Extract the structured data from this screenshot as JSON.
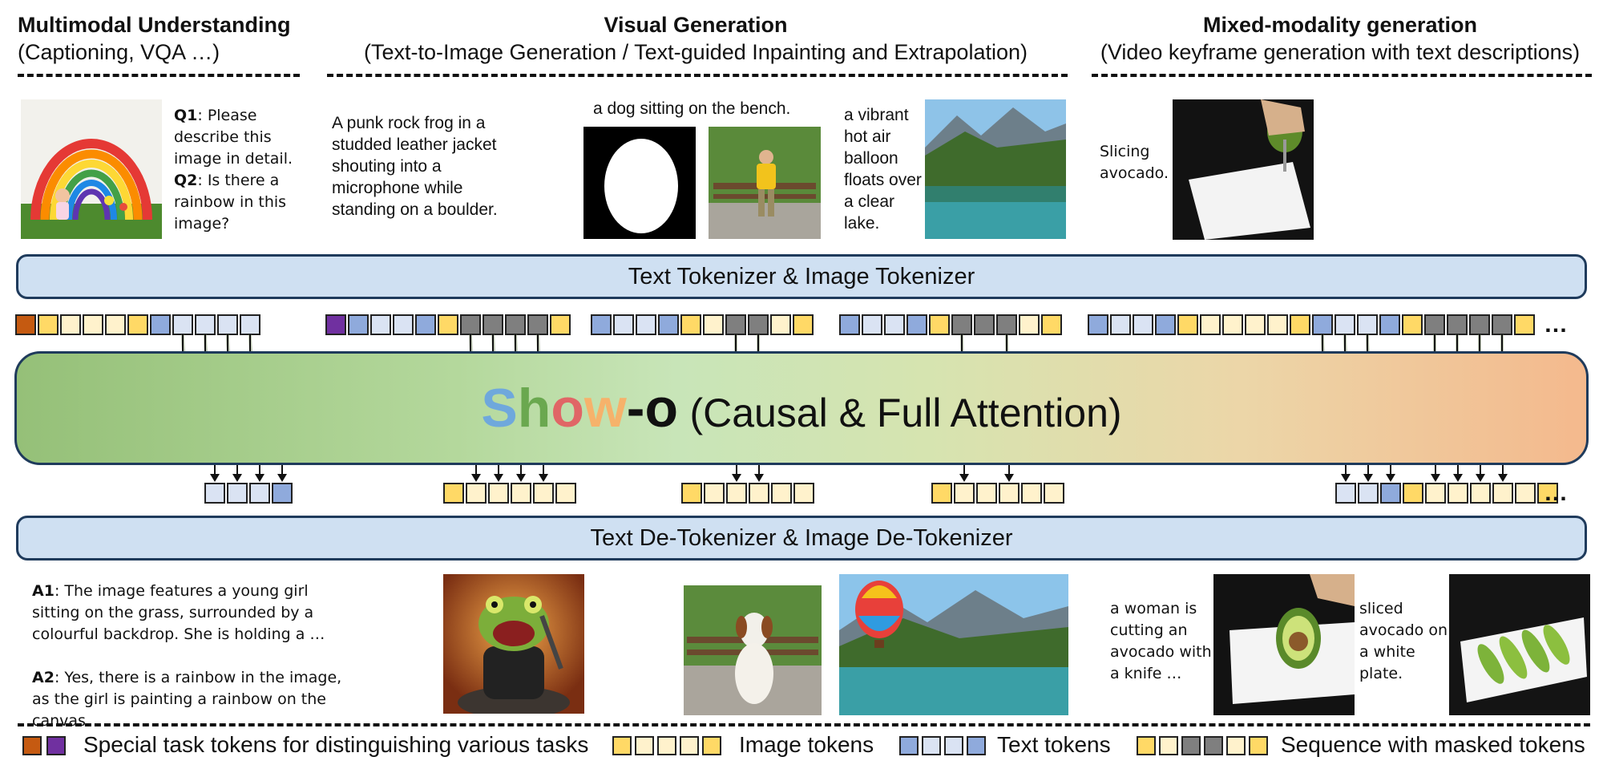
{
  "headers": {
    "understanding": {
      "title": "Multimodal Understanding",
      "subtitle": "(Captioning, VQA …)"
    },
    "generation": {
      "title": "Visual Generation",
      "subtitle": "(Text-to-Image Generation / Text-guided Inpainting and Extrapolation)"
    },
    "mixed": {
      "title": "Mixed-modality generation",
      "subtitle": "(Video keyframe generation with text descriptions)"
    }
  },
  "inputs": {
    "q1_label": "Q1",
    "q1_text": ": Please describe this image in detail.",
    "q2_label": "Q2",
    "q2_text": ": Is there a rainbow in this image?",
    "t2i_prompt": "A punk rock frog in a studded leather jacket shouting into a microphone while standing on a boulder.",
    "inpaint_prompt": "a dog sitting on the bench.",
    "extrapolate_prompt": "a vibrant hot air balloon floats over a clear lake.",
    "video_prompt": "Slicing avocado."
  },
  "tokenizer_label": "Text Tokenizer & Image Tokenizer",
  "model": {
    "name_s": "S",
    "name_h": "h",
    "name_o": "o",
    "name_w": "w",
    "name_dash": "-",
    "name_o2": "o",
    "attention": "(Causal & Full Attention)"
  },
  "detokenizer_label": "Text De-Tokenizer & Image De-Tokenizer",
  "ellipsis": "…",
  "outputs": {
    "a1_label": "A1",
    "a1_text": ": The image features a young girl sitting on the grass, surrounded by a colourful backdrop. She is holding a …",
    "a2_label": "A2",
    "a2_text": ": Yes, there is a rainbow in the image, as the girl is painting a rainbow on the canvas.",
    "video_step1": "a woman is cutting an avocado with a knife …",
    "video_step2": "sliced avocado on a white plate."
  },
  "legend": {
    "special": "Special task tokens for distinguishing various tasks",
    "image": "Image tokens",
    "text": "Text tokens",
    "masked": "Sequence with masked tokens"
  },
  "colors": {
    "special_orange": "#c55a11",
    "special_purple": "#7030a0",
    "image_yellow": "#ffd966",
    "image_light": "#fff2cc",
    "text_blue": "#8faadc",
    "text_light": "#dae3f3",
    "masked_gray": "#7f7f7f",
    "bar_fill": "#cfe0f2",
    "border_navy": "#1f3b5c"
  }
}
